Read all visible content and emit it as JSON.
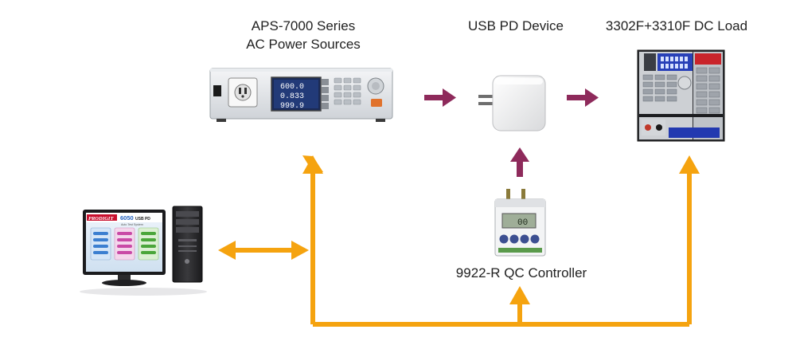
{
  "labels": {
    "aps_line1": "APS-7000 Series",
    "aps_line2": "AC Power Sources",
    "usb_pd": "USB PD Device",
    "dc_load": "3302F+3310F DC Load",
    "qc_controller": "9922-R QC Controller"
  },
  "screens": {
    "aps_readout_1": "600.0",
    "aps_readout_2": "0.833",
    "aps_readout_3": "999.9",
    "pc_brand": "PRODIGIT",
    "pc_model": "6050",
    "pc_model_suffix": "USB PD",
    "pc_tagline": "Auto Test System",
    "qc_display": "00"
  },
  "colors": {
    "orange_arrow": "#f5a30f",
    "purple_arrow": "#8e2a5b",
    "pc_brand_red": "#c8102e"
  }
}
